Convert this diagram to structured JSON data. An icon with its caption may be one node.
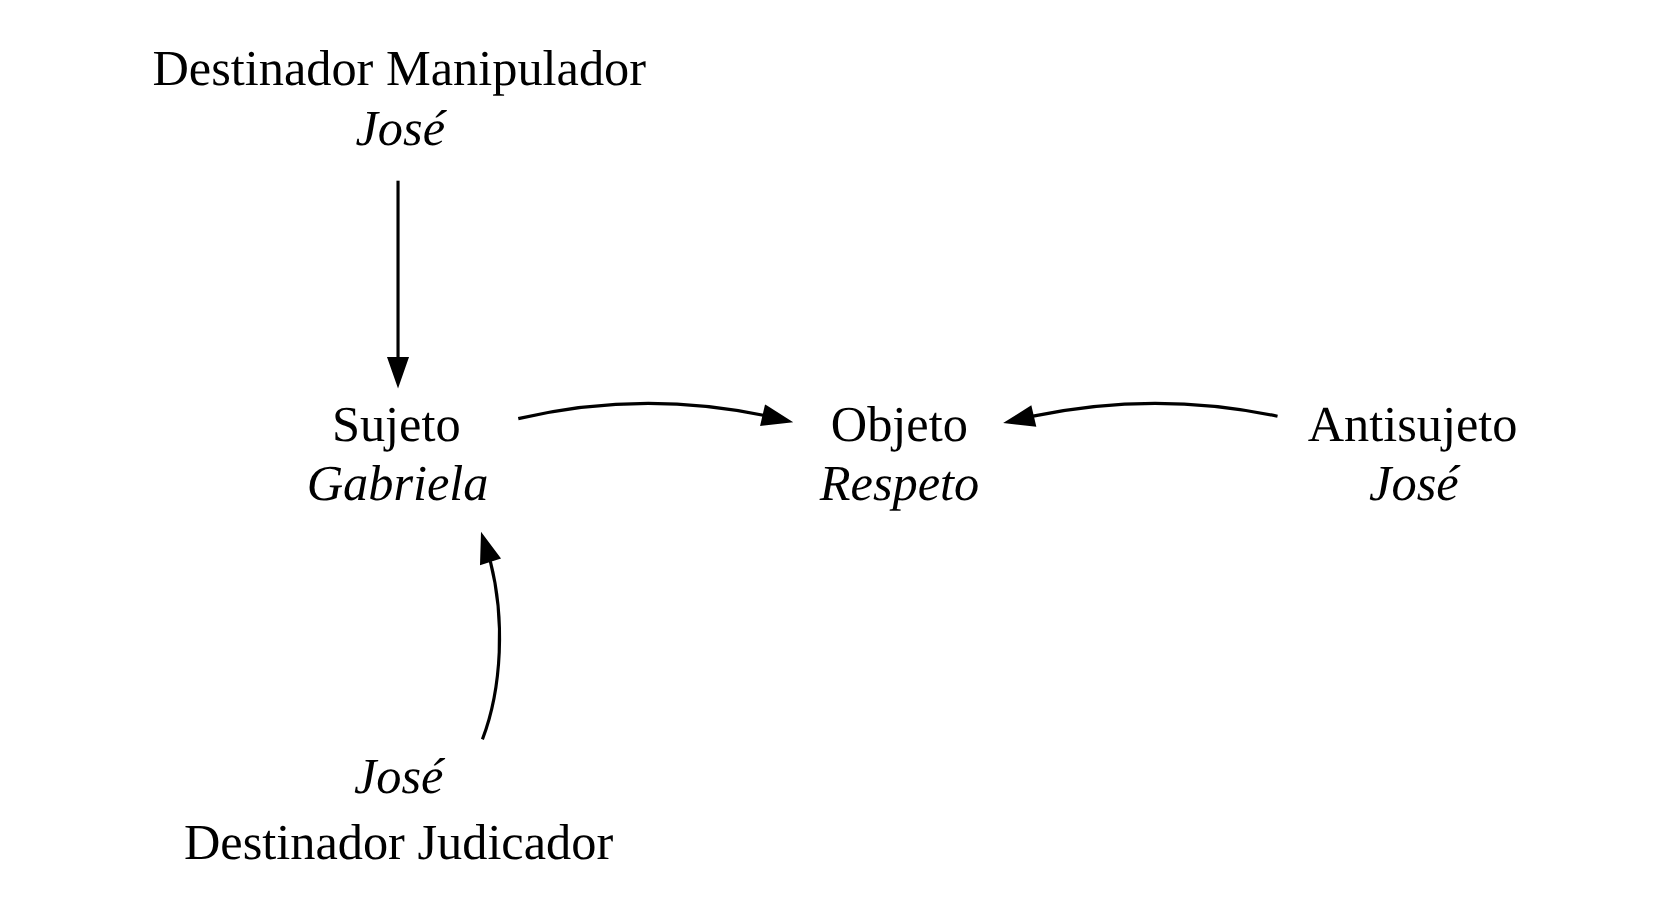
{
  "diagram": {
    "nodes": [
      {
        "text": [
          "Destinador Manipulador",
          "José"
        ]
      },
      {
        "text": [
          "Sujeto",
          "Gabriela"
        ]
      },
      {
        "text": [
          "Objeto",
          "Respeto"
        ]
      },
      {
        "text": [
          "Antisujeto",
          "José"
        ]
      },
      {
        "text": [
          "José",
          "Destinador Judicador"
        ]
      }
    ],
    "edges": [
      {
        "from": 0,
        "to": 1,
        "arrow": "to"
      },
      {
        "from": 1,
        "to": 2,
        "arrow": "to"
      },
      {
        "from": 3,
        "to": 2,
        "arrow": "to"
      },
      {
        "from": 4,
        "to": 1,
        "arrow": "to"
      }
    ]
  }
}
